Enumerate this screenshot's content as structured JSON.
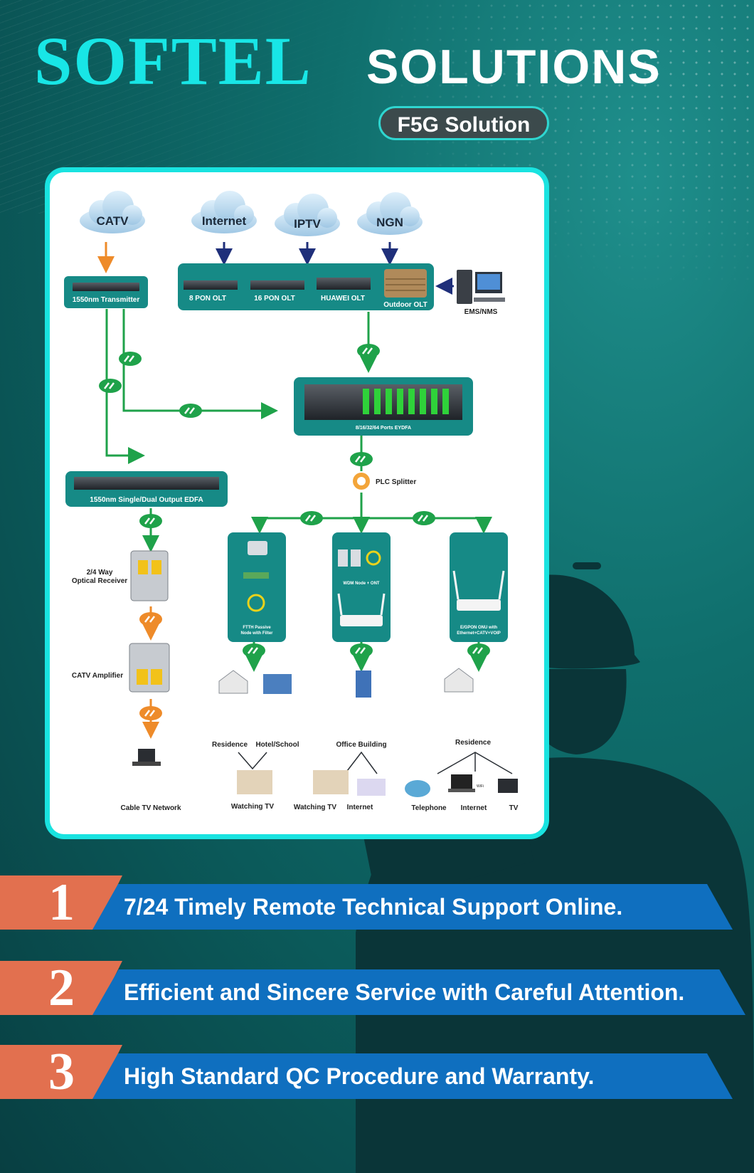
{
  "header": {
    "brand": "SOFTEL",
    "headline": "SOLUTIONS",
    "badge": "F5G Solution"
  },
  "diagram": {
    "clouds": [
      "CATV",
      "Internet",
      "IPTV",
      "NGN"
    ],
    "olt_rack": {
      "devices": [
        "8 PON OLT",
        "16 PON OLT",
        "HUAWEI OLT",
        "Outdoor OLT"
      ],
      "mgmt": "EMS/NMS"
    },
    "transmitter": "1550nm Transmitter",
    "eydfa": "8/16/32/64  Ports  EYDFA",
    "plc_splitter": "PLC Splitter",
    "edfa": "1550nm Single/Dual Output EDFA",
    "optical_receiver": [
      "2/4 Way",
      "Optical Receiver"
    ],
    "catv_amplifier": "CATV Amplifier",
    "cable_tv": "Cable TV Network",
    "nodes": [
      {
        "caption": [
          "FTTH Passive",
          "Node with Filter"
        ]
      },
      {
        "caption": [
          "WDM Node + ONT"
        ]
      },
      {
        "caption": [
          "E/GPON ONU with",
          "Ethernet+CATV+VOIP"
        ]
      }
    ],
    "sites": [
      "Residence",
      "Hotel/School",
      "Office Building",
      "Residence"
    ],
    "endpoints": [
      "Watching TV",
      "Watching TV",
      "Internet",
      "Telephone",
      "Internet",
      "TV"
    ],
    "wifi": "WiFi"
  },
  "steps": [
    {
      "num": "1",
      "text": "7/24  Timely Remote Technical Support Online."
    },
    {
      "num": "2",
      "text": "Efficient and Sincere Service with Careful Attention."
    },
    {
      "num": "3",
      "text": "High Standard QC Procedure and Warranty."
    }
  ],
  "colors": {
    "brand": "#18e6e6",
    "panel_border": "#19e3e0",
    "device_box": "#168a86",
    "fiber": "#1fa24a",
    "coax": "#ee8b2a",
    "step_num": "#e2704f",
    "step_ribbon": "#0f6fbf"
  }
}
